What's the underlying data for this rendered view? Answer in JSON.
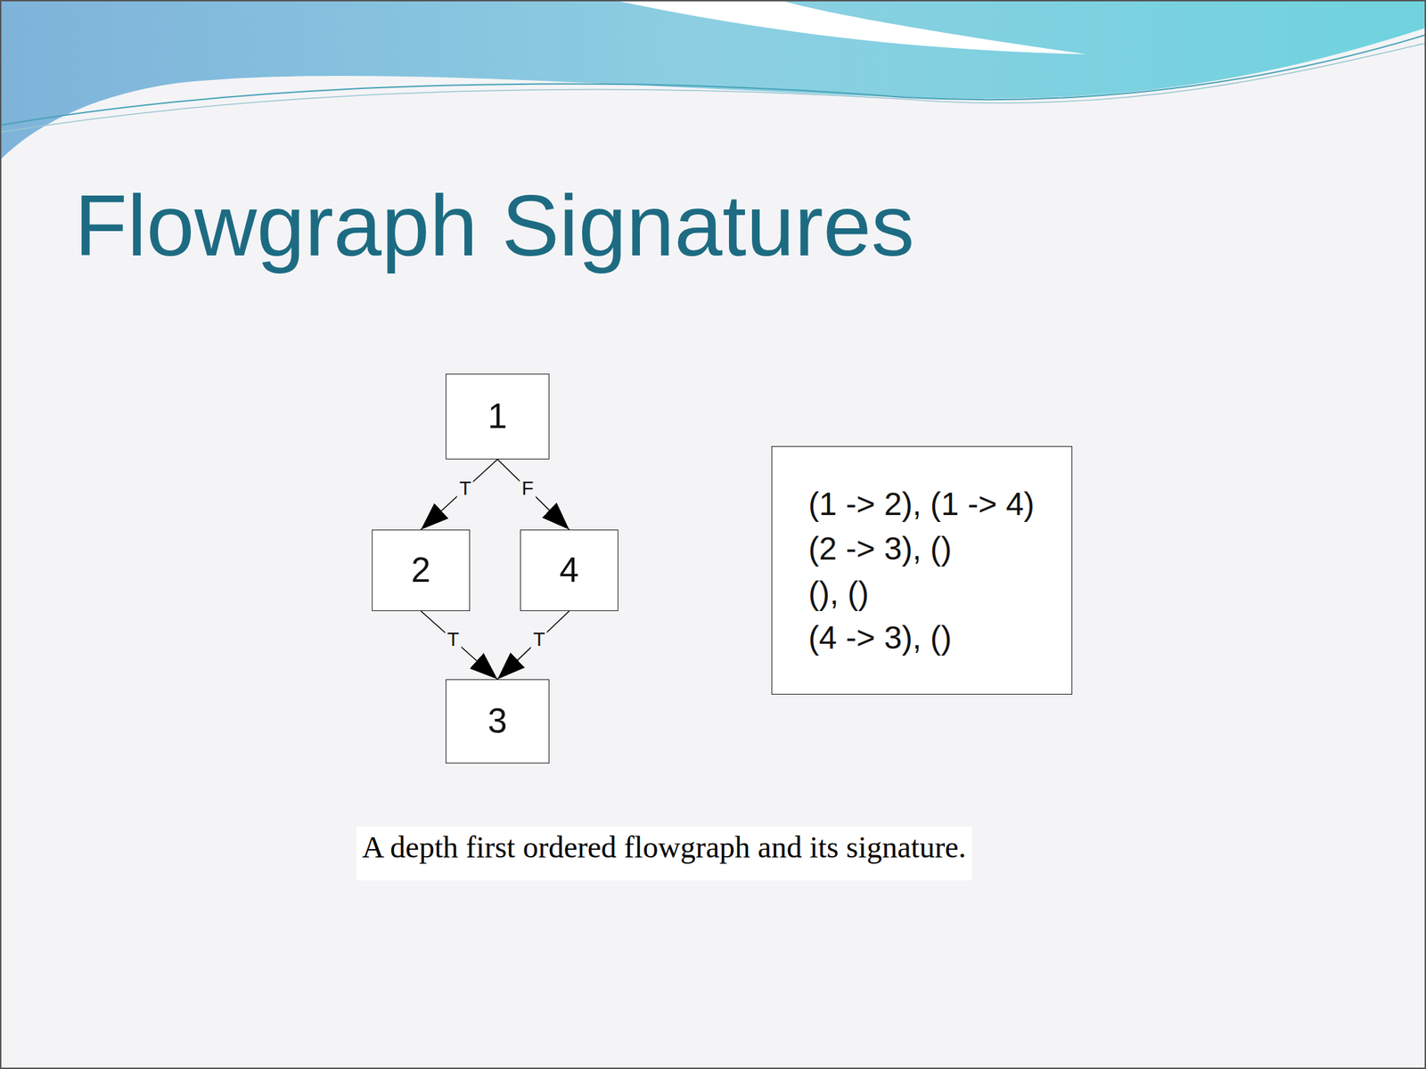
{
  "diagram": {
    "title": "Flowgraph Signatures",
    "caption": "A depth first ordered flowgraph and its signature.",
    "nodes": [
      {
        "text": [
          "1"
        ]
      },
      {
        "text": [
          "2"
        ]
      },
      {
        "text": [
          "4"
        ]
      },
      {
        "text": [
          "3"
        ]
      },
      {
        "text": [
          "(1 -> 2), (1 -> 4)",
          "(2 -> 3), ()",
          "(), ()",
          "(4 -> 3), ()"
        ]
      }
    ],
    "edges": [
      {
        "from": 0,
        "to": 1,
        "label": "T",
        "arrow": "to"
      },
      {
        "from": 0,
        "to": 2,
        "label": "F",
        "arrow": "to"
      },
      {
        "from": 1,
        "to": 3,
        "label": "T",
        "arrow": "to"
      },
      {
        "from": 2,
        "to": 3,
        "label": "T",
        "arrow": "to"
      }
    ]
  }
}
